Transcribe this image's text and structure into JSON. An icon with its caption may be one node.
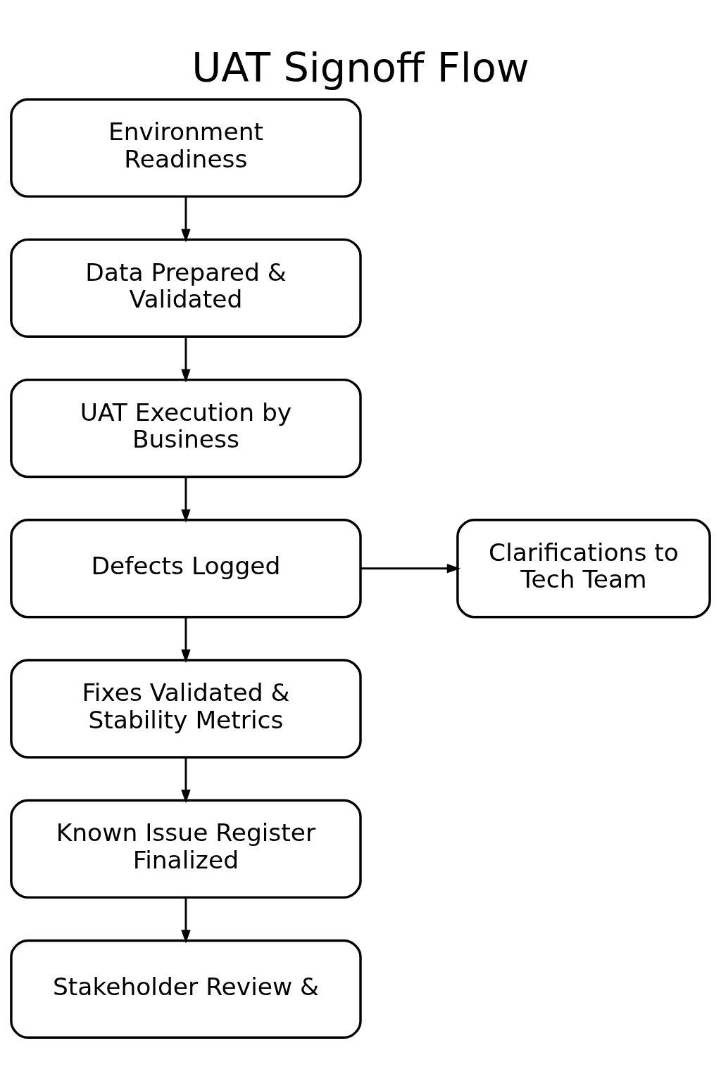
{
  "diagram": {
    "title": "UAT Signoff Flow",
    "nodes": [
      {
        "text": [
          "Environment Readiness"
        ]
      },
      {
        "text": [
          "Data Prepared & Validated"
        ]
      },
      {
        "text": [
          "UAT Execution by Business"
        ]
      },
      {
        "text": [
          "Defects Logged"
        ]
      },
      {
        "text": [
          "Clarifications to Tech Team"
        ]
      },
      {
        "text": [
          "Fixes Validated & Stability Metrics"
        ]
      },
      {
        "text": [
          "Known Issue Register Finalized"
        ]
      },
      {
        "text": [
          "Stakeholder Review &"
        ]
      }
    ],
    "edges": [
      {
        "from": 0,
        "to": 1,
        "arrow": "to"
      },
      {
        "from": 1,
        "to": 2,
        "arrow": "to"
      },
      {
        "from": 2,
        "to": 3,
        "arrow": "to"
      },
      {
        "from": 3,
        "to": 4,
        "arrow": "to"
      },
      {
        "from": 3,
        "to": 5,
        "arrow": "to"
      },
      {
        "from": 5,
        "to": 6,
        "arrow": "to"
      },
      {
        "from": 6,
        "to": 7,
        "arrow": "to"
      }
    ]
  }
}
